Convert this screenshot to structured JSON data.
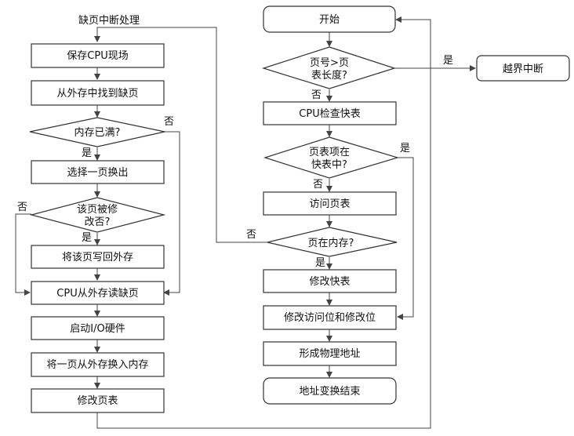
{
  "diagram": {
    "left_title": "缺页中断处理",
    "left": {
      "save_cpu": "保存CPU现场",
      "find_page": "从外存中找到缺页",
      "mem_full": "内存已满?",
      "choose_page": "选择一页换出",
      "modified_1": "该页被修",
      "modified_2": "改否?",
      "write_back": "将该页写回外存",
      "cpu_read": "CPU从外存读缺页",
      "start_io": "启动I/O硬件",
      "swap_in": "将一页从外存换入内存",
      "modify_table": "修改页表"
    },
    "right": {
      "start": "开始",
      "cmp_1": "页号>页",
      "cmp_2": "表长度?",
      "out_of_bounds": "越界中断",
      "check_tlb": "CPU检查快表",
      "in_tlb_1": "页表项在",
      "in_tlb_2": "快表中?",
      "access_table": "访问页表",
      "in_mem": "页在内存?",
      "modify_tlb": "修改快表",
      "modify_bits": "修改访问位和修改位",
      "phys_addr": "形成物理地址",
      "end": "地址变换结束"
    },
    "labels": {
      "yes": "是",
      "no": "否"
    }
  }
}
